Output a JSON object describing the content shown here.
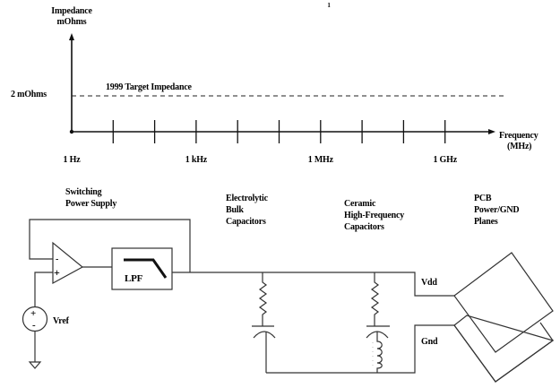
{
  "chart_data": {
    "type": "line",
    "title": "",
    "ylabel": "Impedance mOhms",
    "xlabel": "Frequency (MHz)",
    "x_scale": "log10 (Hz)",
    "x_tick_labels": [
      "1 Hz",
      "1 kHz",
      "1 MHz",
      "1 GHz"
    ],
    "x_tick_label_values_hz": [
      1,
      1000,
      1000000,
      1000000000
    ],
    "x_ticks_log10": [
      0,
      1,
      2,
      3,
      4,
      5,
      6,
      7,
      8,
      9
    ],
    "y_tick_labels": [
      "2 mOhms"
    ],
    "series": [
      {
        "name": "1999 Target Impedance",
        "style": "dashed",
        "y_mohms": 2,
        "x_range_log10": [
          0,
          10.5
        ]
      }
    ],
    "annotations": [
      "1999 Target Impedance"
    ],
    "grid": false
  },
  "graph": {
    "y_axis_label_line1": "Impedance",
    "y_axis_label_line2": "mOhms",
    "x_axis_label_line1": "Frequency",
    "x_axis_label_line2": "(MHz)",
    "target_line_label": "1999 Target Impedance",
    "target_value_label": "2  mOhms",
    "tick_labels": [
      {
        "text": "1 Hz",
        "log10": 0
      },
      {
        "text": "1 kHz",
        "log10": 3
      },
      {
        "text": "1 MHz",
        "log10": 6
      },
      {
        "text": "1 GHz",
        "log10": 9
      }
    ],
    "stray_mark": "1"
  },
  "circuit": {
    "switching_supply_line1": "Switching",
    "switching_supply_line2": "Power Supply",
    "opamp_minus": "-",
    "opamp_plus": "+",
    "lpf_label": "LPF",
    "vref_label": "Vref",
    "vref_plus": "+",
    "vref_minus": "-",
    "electrolytic_line1": "Electrolytic",
    "electrolytic_line2": "Bulk",
    "electrolytic_line3": "Capacitors",
    "ceramic_line1": "Ceramic",
    "ceramic_line2": "High-Frequency",
    "ceramic_line3": "Capacitors",
    "pcb_line1": "PCB",
    "pcb_line2": "Power/GND",
    "pcb_line3": "Planes",
    "vdd_label": "Vdd",
    "gnd_label": "Gnd"
  }
}
